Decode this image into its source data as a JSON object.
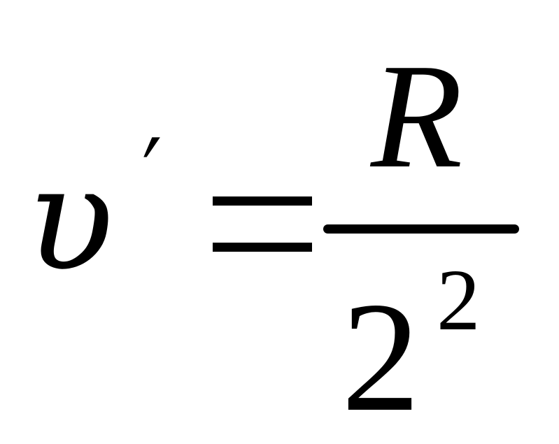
{
  "equation": {
    "lhs": {
      "variable": "υ",
      "prime": "′"
    },
    "operator": "=",
    "fraction": {
      "numerator": "R",
      "denominator": {
        "base": "2",
        "exponent": "2"
      }
    }
  }
}
